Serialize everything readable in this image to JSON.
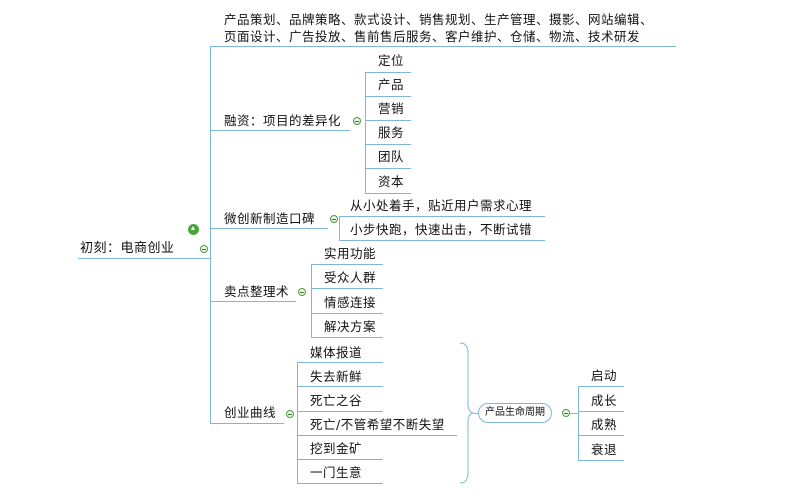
{
  "root": "初刻：电商创业",
  "branch1": {
    "line1": "产品策划、品牌策略、款式设计、销售规划、生产管理、摄影、网站编辑、",
    "line2": "页面设计、广告投放、售前售后服务、客户维护、仓储、物流、技术研发"
  },
  "branch2": {
    "label": "融资：项目的差异化",
    "children": [
      "定位",
      "产品",
      "营销",
      "服务",
      "团队",
      "资本"
    ]
  },
  "branch3": {
    "label": "微创新制造口碑",
    "children": [
      "从小处着手，贴近用户需求心理",
      "小步快跑，快速出击，不断试错"
    ]
  },
  "branch4": {
    "label": "卖点整理术",
    "children": [
      "实用功能",
      "受众人群",
      "情感连接",
      "解决方案"
    ]
  },
  "branch5": {
    "label": "创业曲线",
    "children": [
      "媒体报道",
      "失去新鲜",
      "死亡之谷",
      "死亡/不管希望不断失望",
      "挖到金矿",
      "一门生意"
    ],
    "summary": {
      "label": "产品生命周期",
      "children": [
        "启动",
        "成长",
        "成熟",
        "衰退"
      ]
    }
  }
}
